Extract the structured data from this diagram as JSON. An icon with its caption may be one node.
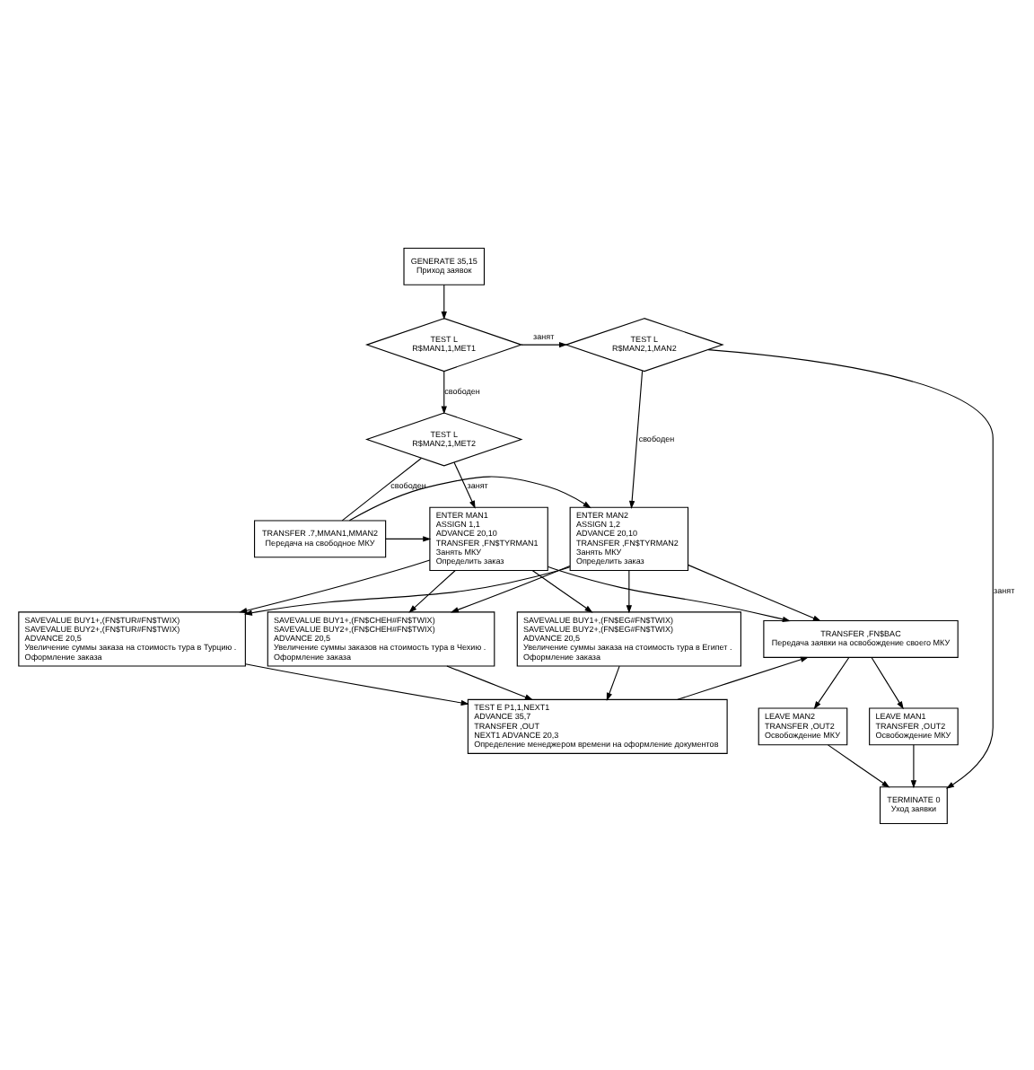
{
  "diagram": {
    "nodes": [
      {
        "text": [
          "GENERATE 35,15",
          "Приход заявок"
        ]
      },
      {
        "text": [
          "TEST L",
          "R$MAN1,1,MET1"
        ]
      },
      {
        "text": [
          "TEST L",
          "R$MAN2,1,MAN2"
        ]
      },
      {
        "text": [
          "TEST L",
          "R$MAN2,1,MET2"
        ]
      },
      {
        "text": [
          "ENTER MAN1",
          "ASSIGN 1,1",
          "ADVANCE 20,10",
          "TRANSFER ,FN$TYRMAN1",
          "Занять МКУ",
          "Определить заказ"
        ]
      },
      {
        "text": [
          "TRANSFER .7,MMAN1,MMAN2",
          "Передача на свободное МКУ"
        ]
      },
      {
        "text": [
          "ENTER MAN2",
          "ASSIGN 1,2",
          "ADVANCE 20,10",
          "TRANSFER ,FN$TYRMAN2",
          "Занять МКУ",
          "Определить заказ"
        ]
      },
      {
        "text": [
          "SAVEVALUE BUY1+,(FN$EG#FN$TWIX)",
          "SAVEVALUE BUY2+,(FN$EG#FN$TWIX)",
          "ADVANCE 20,5",
          "Увеличение суммы заказа на стоимость тура в Египет .",
          "Оформление заказа"
        ]
      },
      {
        "text": [
          "SAVEVALUE BUY1+,(FN$TUR#FN$TWIX)",
          "SAVEVALUE BUY2+,(FN$TUR#FN$TWIX)",
          "ADVANCE 20,5",
          "Увеличение суммы заказа на стоимость тура в Турцию .",
          "Оформление заказа"
        ]
      },
      {
        "text": [
          "SAVEVALUE BUY1+,(FN$CHEH#FN$TWIX)",
          "SAVEVALUE BUY2+,(FN$CHEH#FN$TWIX)",
          "ADVANCE 20,5",
          "Увеличение суммы заказов на стоимость тура в Чехию .",
          "Оформление заказа"
        ]
      },
      {
        "text": [
          "TRANSFER ,FN$BAC",
          "Передача заявки на освобождение своего МКУ"
        ]
      },
      {
        "text": [
          "TEST E P1,1,NEXT1",
          "ADVANCE 35,7",
          "TRANSFER ,OUT",
          "NEXT1 ADVANCE 20,3",
          "Определение менеджером времени на оформление документов"
        ]
      },
      {
        "text": [
          "LEAVE MAN1",
          "TRANSFER ,OUT2",
          "Освобождение МКУ"
        ]
      },
      {
        "text": [
          "LEAVE MAN2",
          "TRANSFER ,OUT2",
          "Освобождение МКУ"
        ]
      },
      {
        "text": [
          "TERMINATE 0",
          "Уход заявки"
        ]
      }
    ],
    "edges": [
      {
        "from": 0,
        "to": 1,
        "arrow": "to"
      },
      {
        "from": 1,
        "to": 2,
        "arrow": "to",
        "label": "занят"
      },
      {
        "from": 1,
        "to": 3,
        "arrow": "to",
        "label": "свободен"
      },
      {
        "from": 2,
        "to": 6,
        "arrow": "to",
        "label": "свободен"
      },
      {
        "from": 2,
        "to": 14,
        "arrow": "to",
        "label": "занят"
      },
      {
        "from": 3,
        "to": 5,
        "arrow": "none",
        "label": "свободен"
      },
      {
        "from": 3,
        "to": 4,
        "arrow": "to",
        "label": "занят"
      },
      {
        "from": 5,
        "to": 4,
        "arrow": "to"
      },
      {
        "from": 5,
        "to": 6,
        "arrow": "to"
      },
      {
        "from": 4,
        "to": 7,
        "arrow": "to"
      },
      {
        "from": 4,
        "to": 8,
        "arrow": "to"
      },
      {
        "from": 4,
        "to": 9,
        "arrow": "to"
      },
      {
        "from": 4,
        "to": 10,
        "arrow": "to"
      },
      {
        "from": 6,
        "to": 7,
        "arrow": "to"
      },
      {
        "from": 6,
        "to": 8,
        "arrow": "to"
      },
      {
        "from": 6,
        "to": 9,
        "arrow": "to"
      },
      {
        "from": 6,
        "to": 10,
        "arrow": "to"
      },
      {
        "from": 7,
        "to": 11,
        "arrow": "to"
      },
      {
        "from": 8,
        "to": 11,
        "arrow": "to"
      },
      {
        "from": 9,
        "to": 11,
        "arrow": "to"
      },
      {
        "from": 11,
        "to": 10,
        "arrow": "to"
      },
      {
        "from": 10,
        "to": 12,
        "arrow": "to"
      },
      {
        "from": 10,
        "to": 13,
        "arrow": "to"
      },
      {
        "from": 12,
        "to": 14,
        "arrow": "to"
      },
      {
        "from": 13,
        "to": 14,
        "arrow": "to"
      }
    ]
  }
}
